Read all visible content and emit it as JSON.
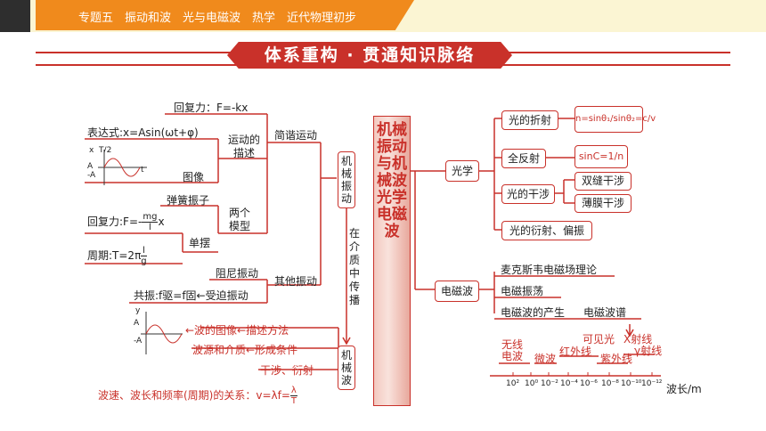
{
  "header": {
    "tab_text": "专题五　振动和波　光与电磁波　热学　近代物理初步"
  },
  "banner": {
    "title": "体系重构 · 贯通知识脉络"
  },
  "center": {
    "pillar": "机械振动与机械波光学电磁波"
  },
  "left": {
    "restoring_force": "回复力：F=-kx",
    "expression": "表达式:x=Asin(ωt+φ)",
    "graph_label": "图像",
    "motion_desc": "运动的描述",
    "shm": "简谐运动",
    "spring_osc": "弹簧振子",
    "restoring_force2": "回复力:F=-",
    "two_models": "两个模型",
    "pendulum": "单摆",
    "period": "周期:T=2π",
    "damped": "阻尼振动",
    "other_vib": "其他振动",
    "resonance": "共振:f驱=f固←受迫振动",
    "mech_vib_box": "机械振动",
    "medium_text": "在介质中传播",
    "mech_wave_box": "机械波",
    "wave_graph": "←波的图像←描述方法",
    "wave_source": "波源和介质←形成条件",
    "interference": "干涉、衍射",
    "relation": "波速、波长和频率(周期)的关系：v=λf="
  },
  "right": {
    "optics": "光学",
    "refraction": "光的折射",
    "total_reflection": "全反射",
    "interference": "光的干涉",
    "double_slit": "双缝干涉",
    "thin_film": "薄膜干涉",
    "diffraction": "光的衍射、偏振",
    "em_wave": "电磁波",
    "maxwell": "麦克斯韦电磁场理论",
    "em_osc": "电磁振荡",
    "em_generation": "电磁波的产生",
    "em_spectrum": "电磁波谱",
    "spectrum_labels": [
      "无线电波",
      "微波",
      "红外线",
      "可见光",
      "紫外线",
      "X射线",
      "γ射线"
    ],
    "axis_unit": "波长/m",
    "ticks": [
      "10²",
      "10⁰",
      "10⁻²",
      "10⁻⁴",
      "10⁻⁶",
      "10⁻⁸",
      "10⁻¹⁰",
      "10⁻¹²"
    ],
    "snell": "n=sinθ₁/sinθ₂=c/v",
    "critical": "sinC=1/n"
  }
}
